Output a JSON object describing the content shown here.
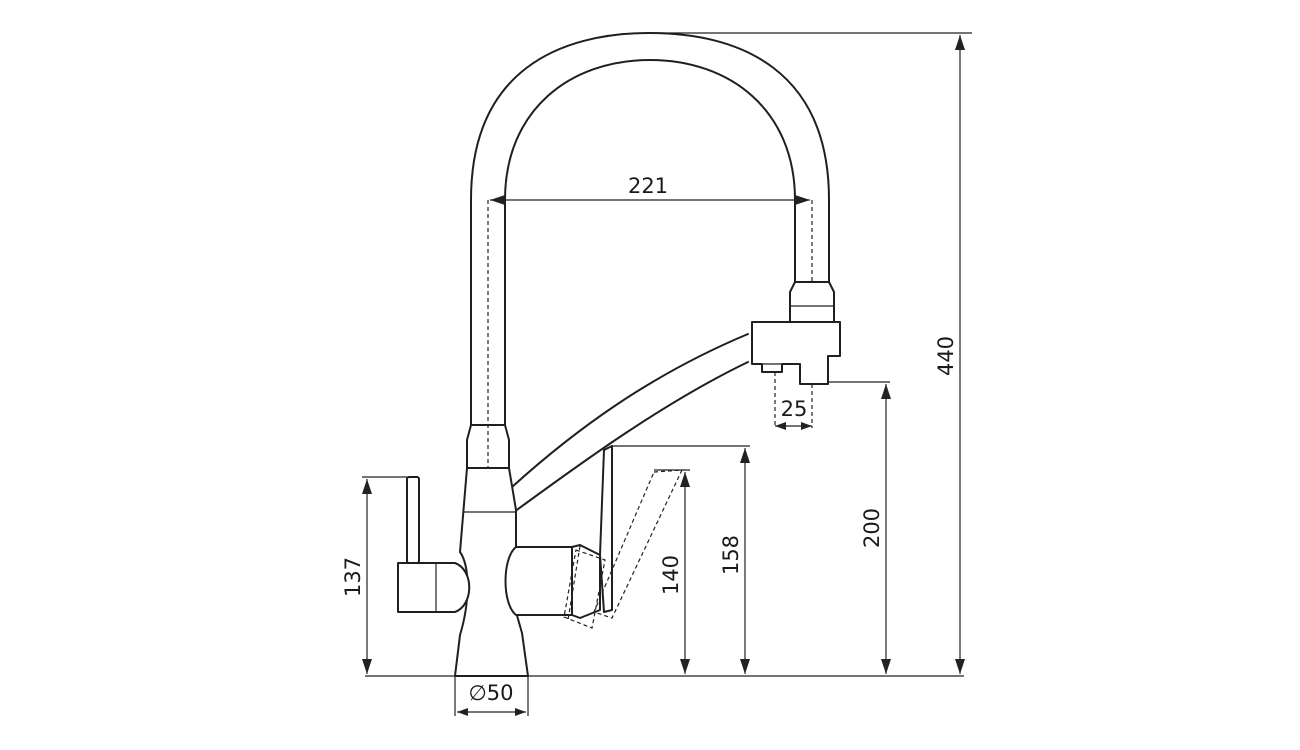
{
  "dimensions": {
    "total_height": "440",
    "spout_reach": "221",
    "outlet_offset": "25",
    "outlet_height": "200",
    "lever_height": "158",
    "handle_height": "140",
    "side_handle_height": "137",
    "base_diameter": "50"
  },
  "symbols": {
    "diameter": "∅"
  }
}
